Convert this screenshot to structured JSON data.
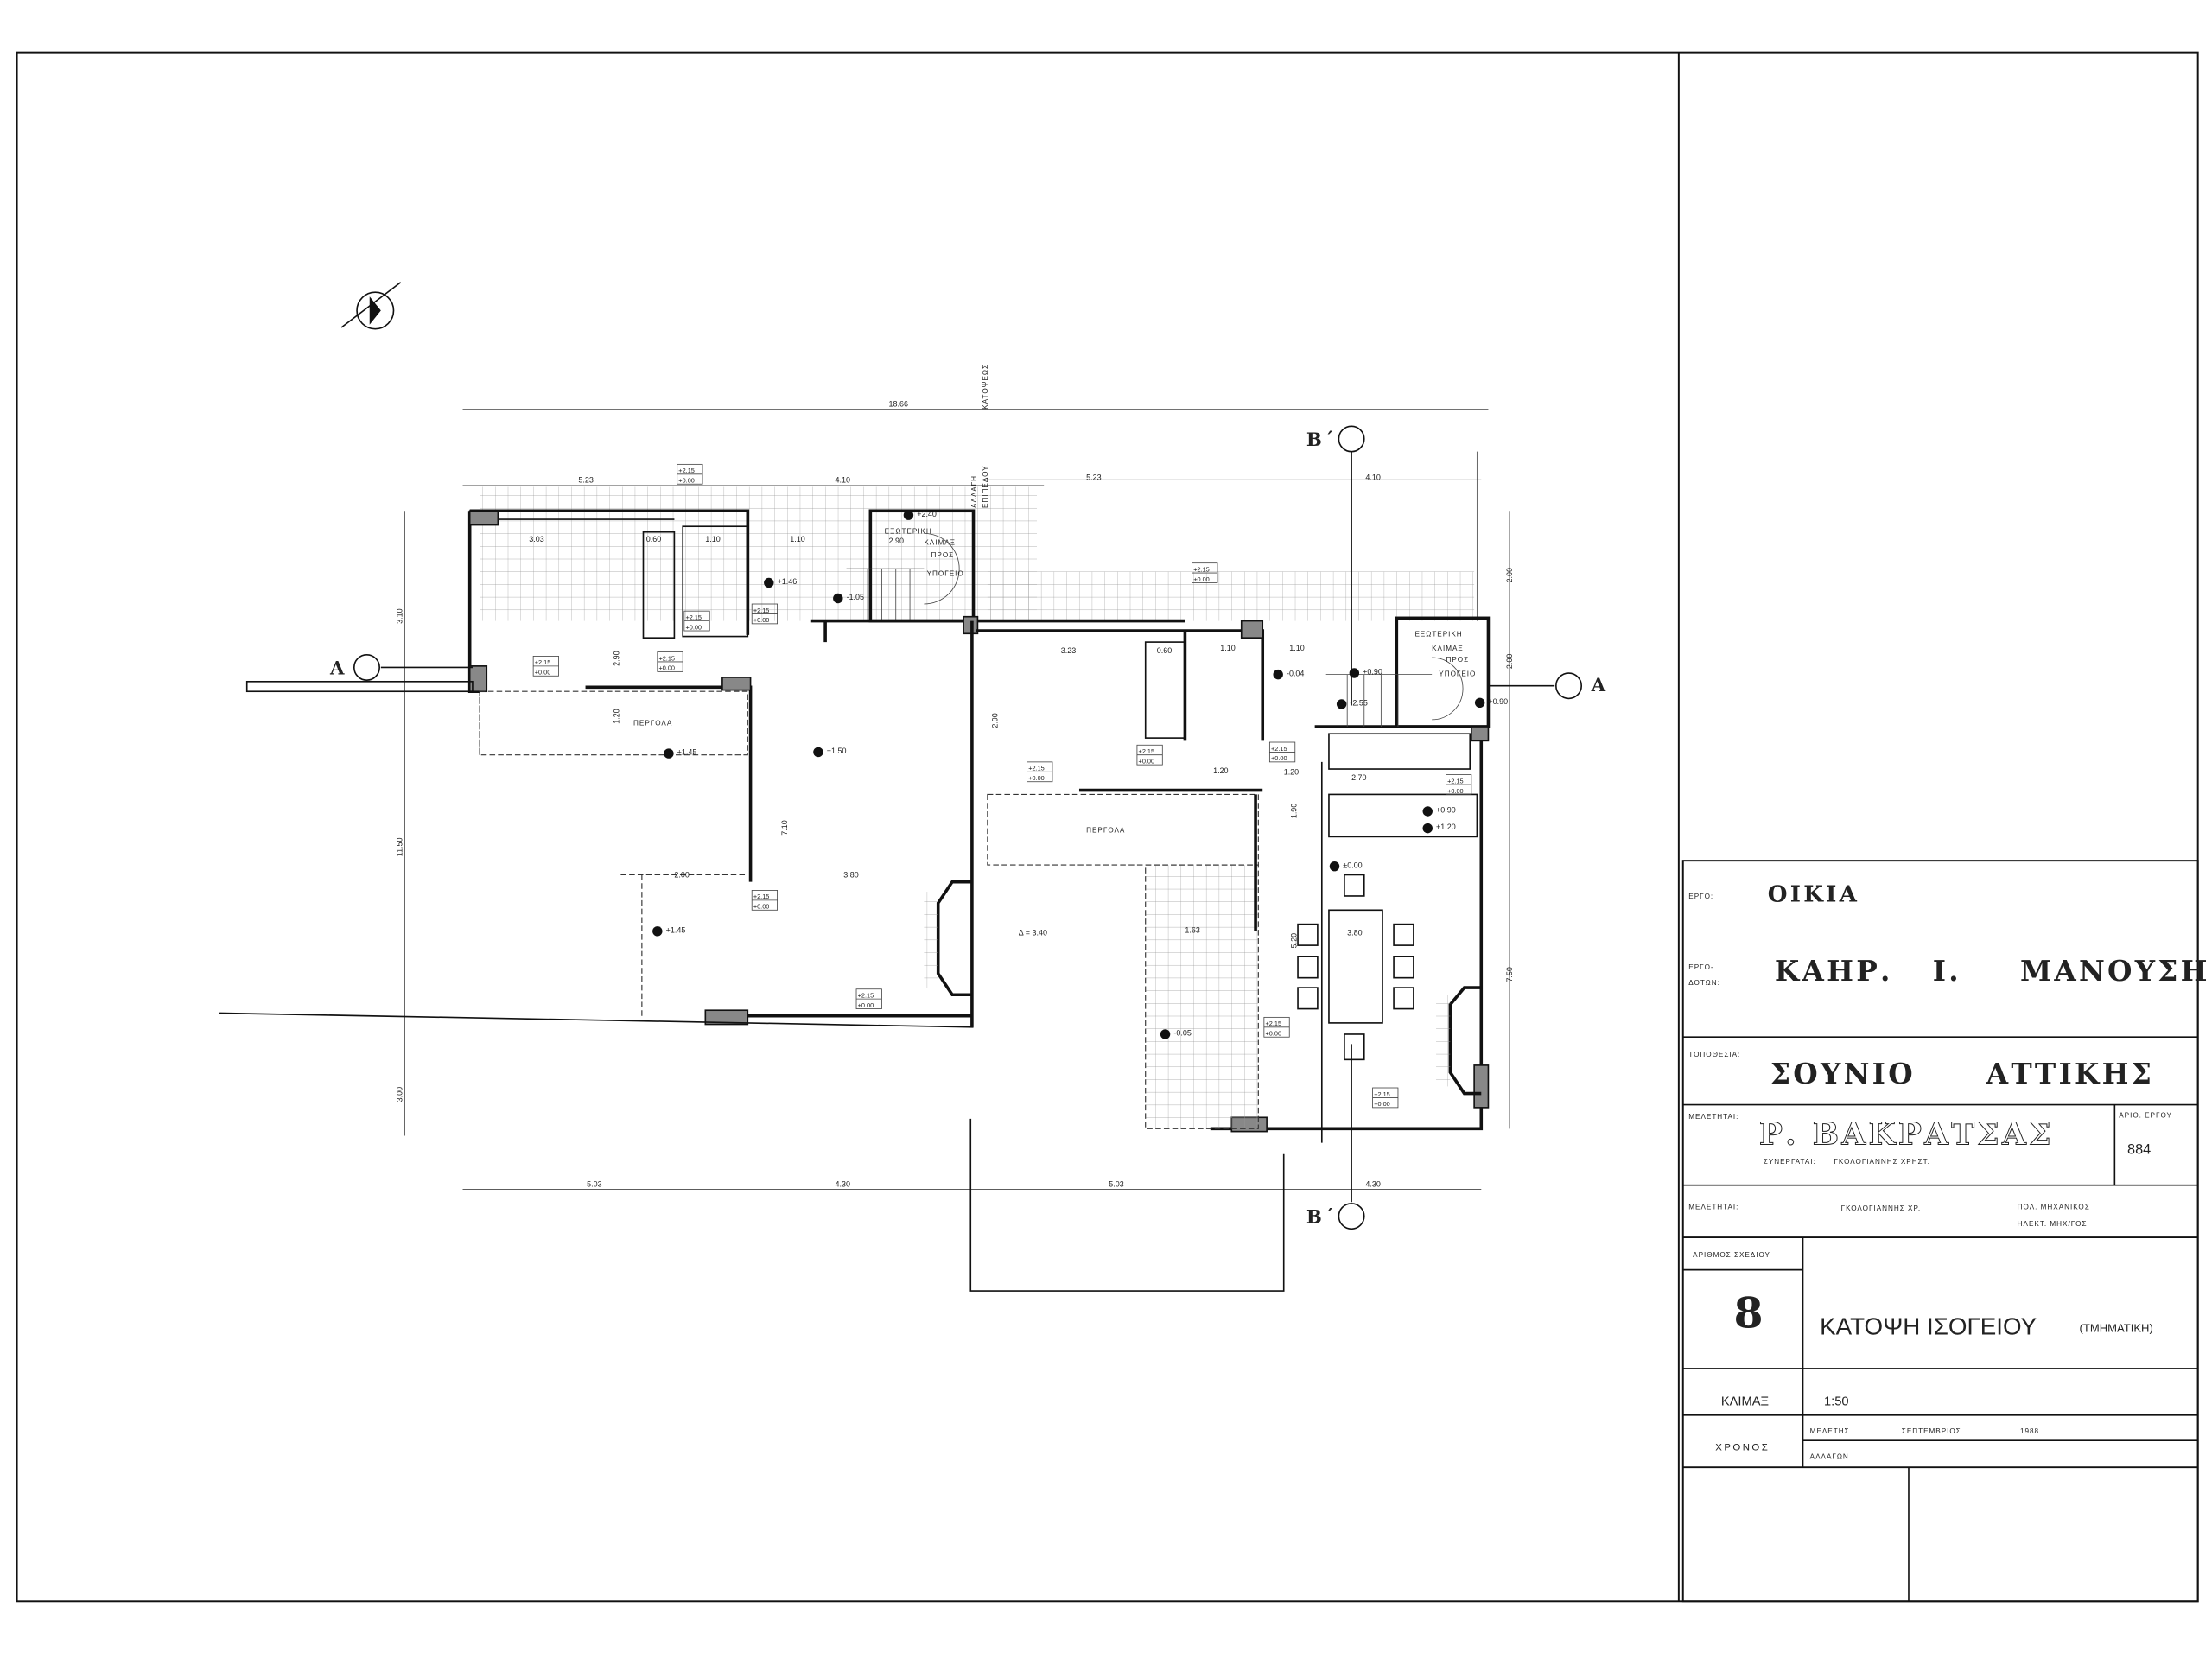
{
  "title_block": {
    "project_label": "ΕΡΓΟ:",
    "project": "ΟΙΚΙΑ",
    "client_label_1": "ΕΡΓΟ-",
    "client_label_2": "ΔΟΤΩΝ:",
    "client_parts": [
      "ΚΑΗΡ.",
      "Ι.",
      "ΜΑΝΟΥΣΗ"
    ],
    "location_label": "ΤΟΠΟΘΕΣΙΑ:",
    "location_parts": [
      "ΣΟΥΝΙΟ",
      "ΑΤΤΙΚΗΣ"
    ],
    "designers_label": "ΜΕΛΕΤΗΤΑΙ:",
    "architect": "Ρ. ΒΑΚΡΑΤΣΑΣ",
    "collaborators_label": "ΣΥΝΕΡΓΑΤΑΙ:",
    "collaborator": "ΓΚΟΛΟΓΙΑΝΝΗΣ ΧΡΗΣΤ.",
    "project_number_label": "ΑΡΙΘ. ΕΡΓΟΥ",
    "project_number": "884",
    "engineers_label": "ΜΕΛΕΤΗΤΑΙ:",
    "engineer": "ΓΚΟΛΟΓΙΑΝΝΗΣ ΧΡ.",
    "engineer_roles": [
      "ΠΟΛ. ΜΗΧΑΝΙΚΟΣ",
      "ΗΛΕΚΤ. ΜΗΧ/ΓΟΣ"
    ],
    "drawing_number_label": "ΑΡΙΘΜΟΣ ΣΧΕΔΙΟΥ",
    "drawing_number": "8",
    "drawing_title": "ΚΑΤΟΨΗ ΙΣΟΓΕΙΟΥ",
    "drawing_subtitle": "(ΤΜΗΜΑΤΙΚΗ)",
    "scale_label": "ΚΛΙΜΑΞ",
    "scale": "1:50",
    "time_label": "ΧΡΟΝΟΣ",
    "study_label": "ΜΕΛΕΤΗΣ",
    "study_month": "ΣΕΠΤΕΜΒΡΙΟΣ",
    "study_year": "1988",
    "revisions_label": "ΑΛΛΑΓΩΝ"
  },
  "plan": {
    "level_change_note": [
      "ΑΛΛΑΓΗ",
      "ΕΠΙΠΕΔΟΥ",
      "ΚΑΤΟΨΕΩΣ"
    ],
    "section_a": "Α",
    "section_b": "Β΄",
    "pergola": "ΠΕΡΓΟΛΑ",
    "stair": [
      "ΕΞΩΤΕΡΙΚΗ",
      "ΚΛΙΜΑΞ",
      "ΠΡΟΣ",
      "ΥΠΟΓΕΙΟ"
    ],
    "level_box": [
      "+2.15",
      "+0.00"
    ],
    "overall_dimension": "18.66",
    "top_dimensions": [
      "5.23",
      "4.10",
      "5.23",
      "4.10"
    ],
    "bottom_dimensions": [
      "5.03",
      "4.30",
      "5.03",
      "4.30"
    ],
    "inner_dimensions": [
      "3.03",
      "0.60",
      "1.10",
      "1.10",
      "3.23",
      "0.60",
      "1.10",
      "1.10",
      "2.00",
      "3.80",
      "Δ = 3.40",
      "1.63",
      "3.80",
      "2.70",
      "1.20",
      "1.20",
      "2.90"
    ],
    "vertical_dimensions": [
      "3.10",
      "11.50",
      "2.90",
      "2.90",
      "7.10",
      "1.20",
      "1.90",
      "5.20",
      "7.50",
      "2.00",
      "2.00",
      "3.00"
    ],
    "levels": [
      "+1.46",
      "-1.05",
      "+2.40",
      "+1.45",
      "+1.50",
      "+1.45",
      "-0.04",
      "+0.90",
      "-2.55",
      "+0.90",
      "+0.90",
      "+1.20",
      "±0.00",
      "-0.05"
    ]
  }
}
